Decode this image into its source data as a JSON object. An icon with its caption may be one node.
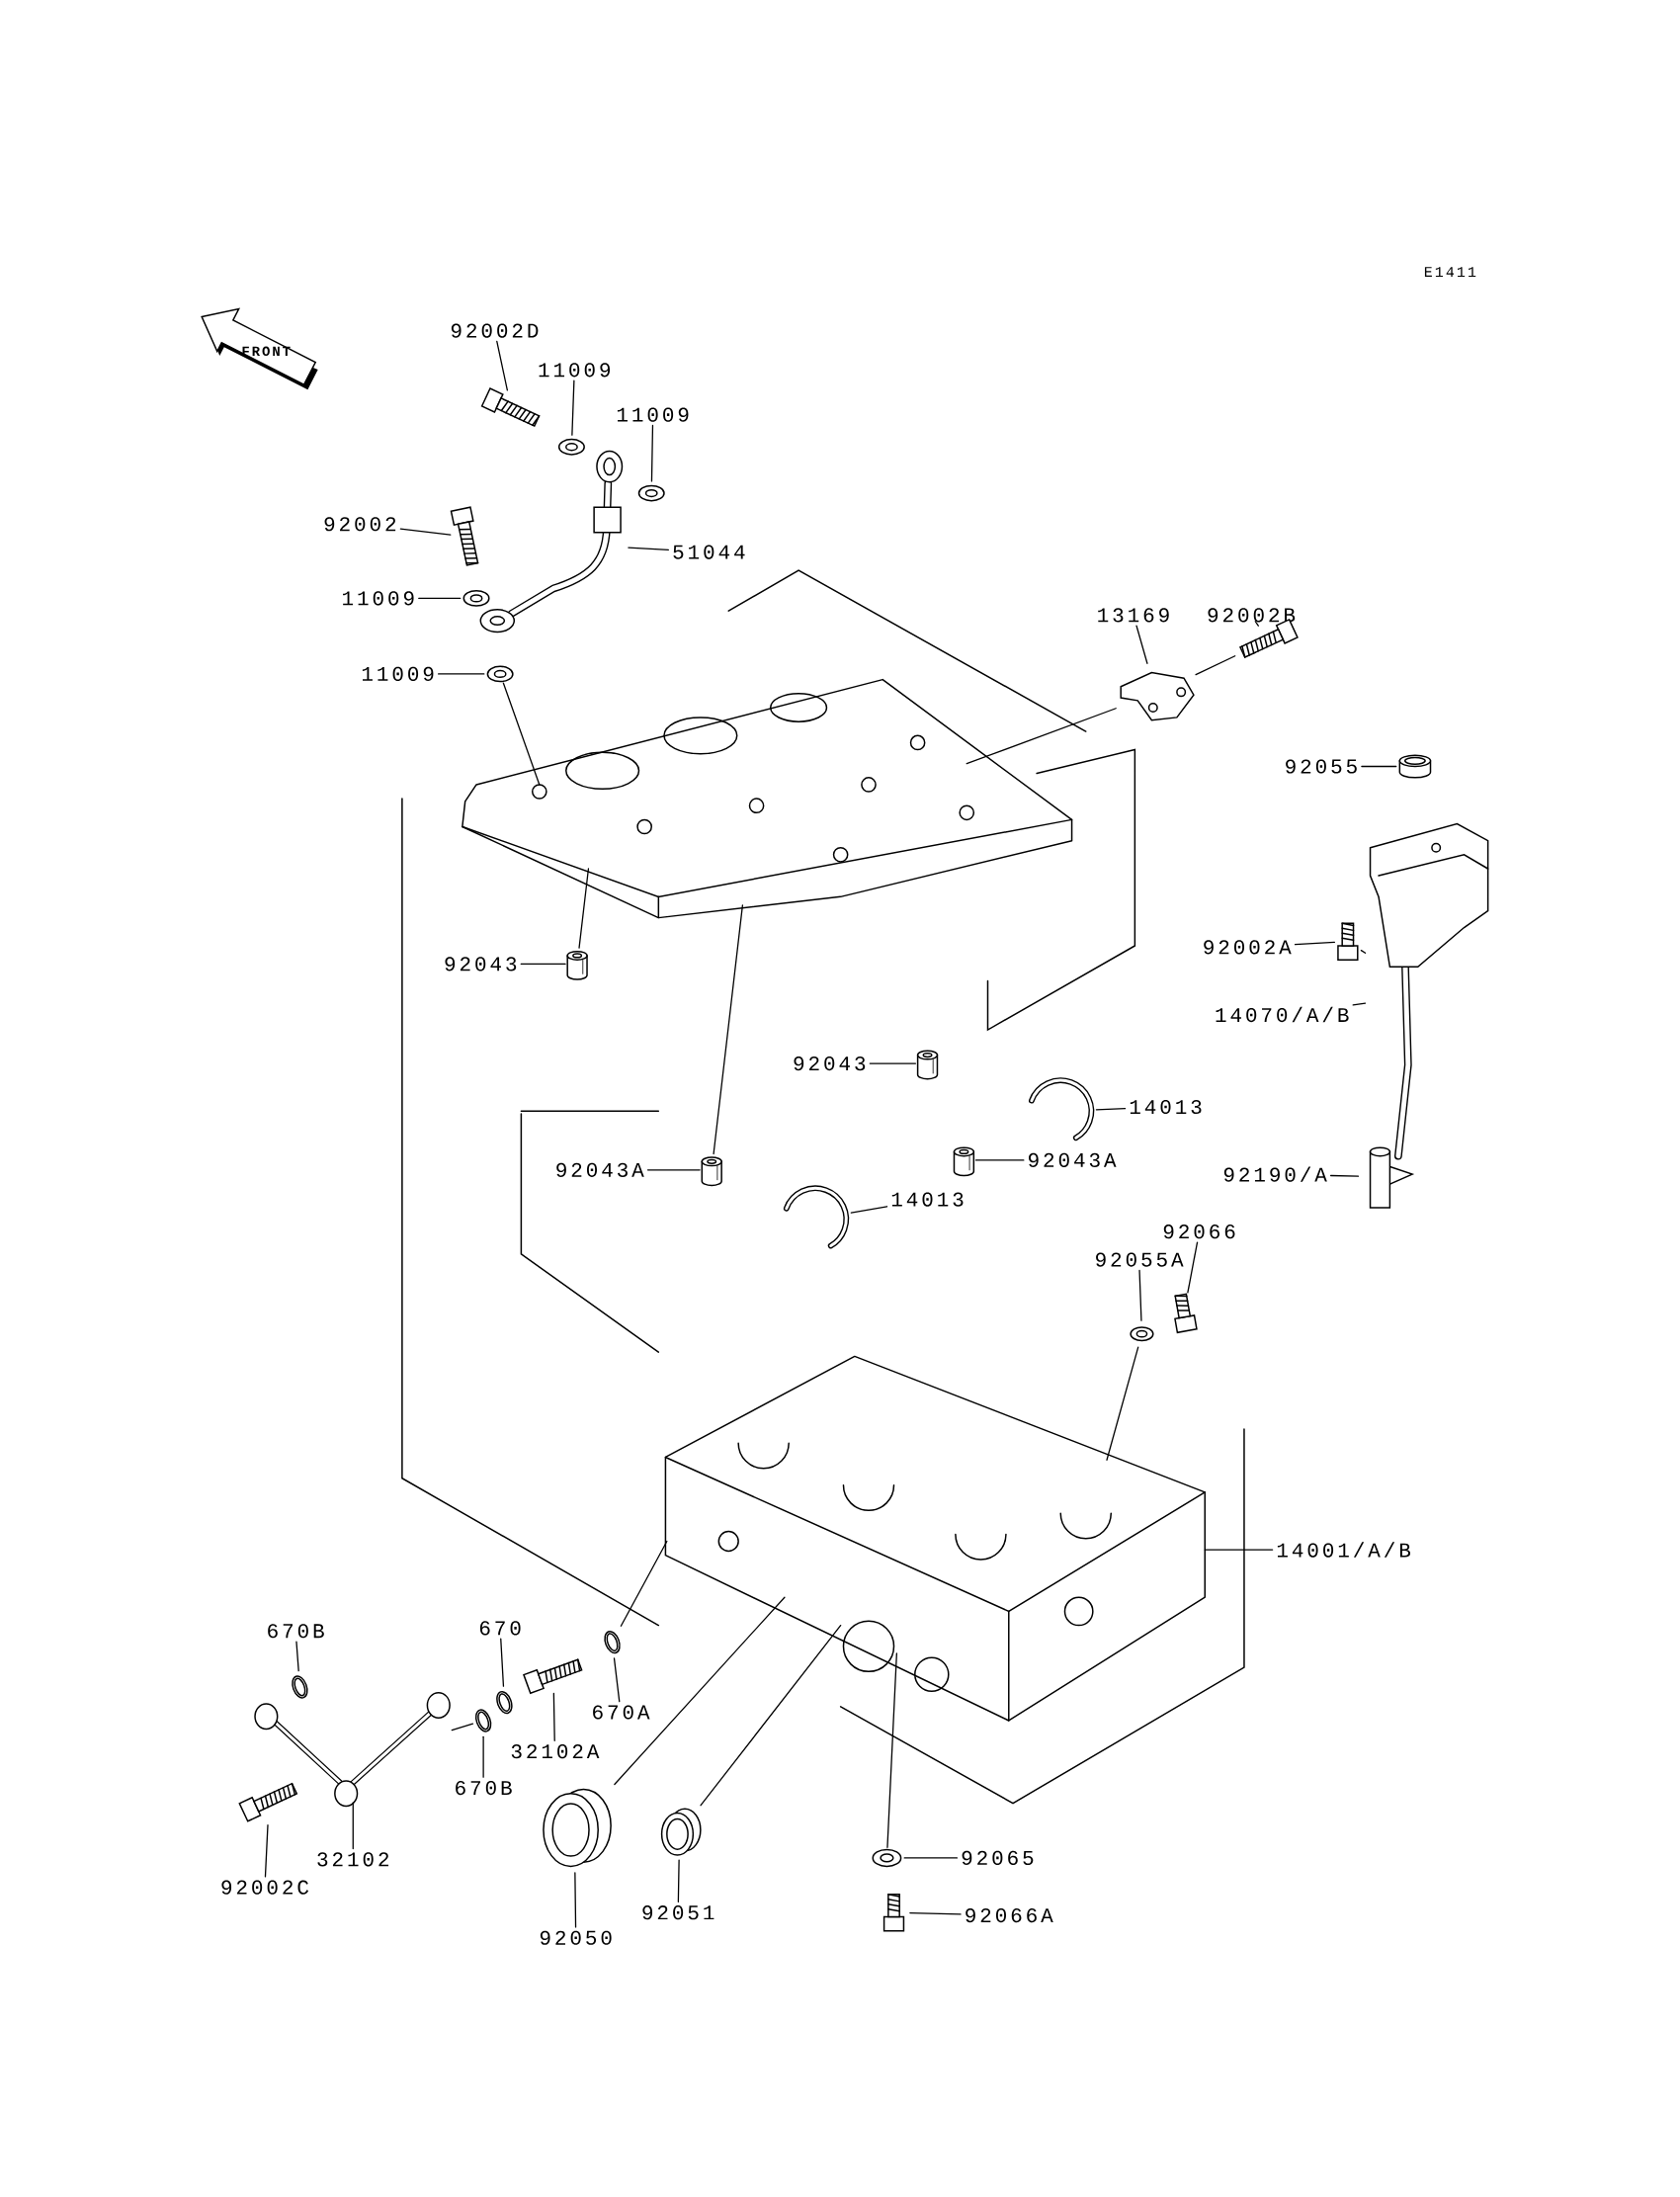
{
  "diagram": {
    "nodes": [
      {
        "text": [
          "92002D"
        ]
      },
      {
        "text": [],
        "shape": "picture"
      },
      {
        "text": [
          "11009"
        ]
      },
      {
        "text": [],
        "shape": "picture"
      },
      {
        "text": [
          "11009"
        ]
      },
      {
        "text": [],
        "shape": "picture"
      },
      {
        "text": [
          "92002"
        ]
      },
      {
        "text": [],
        "shape": "picture"
      },
      {
        "text": [
          "51044"
        ]
      },
      {
        "text": [],
        "shape": "picture"
      },
      {
        "text": [
          "11009"
        ]
      },
      {
        "text": [],
        "shape": "picture"
      },
      {
        "text": [
          "11009"
        ]
      },
      {
        "text": [],
        "shape": "picture"
      },
      {
        "text": [
          "13169"
        ]
      },
      {
        "text": [],
        "shape": "picture"
      },
      {
        "text": [
          "92002B"
        ]
      },
      {
        "text": [],
        "shape": "picture"
      },
      {
        "text": [
          "92055"
        ]
      },
      {
        "text": [],
        "shape": "cylinder"
      },
      {
        "text": [
          "92043"
        ]
      },
      {
        "text": [],
        "shape": "picture"
      },
      {
        "text": [
          "92002A"
        ]
      },
      {
        "text": [],
        "shape": "picture"
      },
      {
        "text": [
          "14070/A/B"
        ]
      },
      {
        "text": [],
        "shape": "picture"
      },
      {
        "text": [
          "92043"
        ]
      },
      {
        "text": [],
        "shape": "picture"
      },
      {
        "text": [
          "14013"
        ]
      },
      {
        "text": [],
        "shape": "picture"
      },
      {
        "text": [
          "92043A"
        ]
      },
      {
        "text": [],
        "shape": "picture"
      },
      {
        "text": [
          "92043A"
        ]
      },
      {
        "text": [],
        "shape": "picture"
      },
      {
        "text": [
          "14013"
        ]
      },
      {
        "text": [],
        "shape": "picture"
      },
      {
        "text": [
          "92190/A"
        ]
      },
      {
        "text": [],
        "shape": "picture"
      },
      {
        "text": [
          "92066"
        ]
      },
      {
        "text": [],
        "shape": "picture"
      },
      {
        "text": [
          "92055A"
        ]
      },
      {
        "text": [],
        "shape": "picture"
      },
      {
        "text": [],
        "shape": "picture"
      },
      {
        "text": [],
        "shape": "picture"
      },
      {
        "text": [
          "14001/A/B"
        ]
      },
      {
        "text": [
          "670B"
        ]
      },
      {
        "text": [],
        "shape": "picture"
      },
      {
        "text": [
          "670"
        ]
      },
      {
        "text": [],
        "shape": "picture"
      },
      {
        "text": [
          "670A"
        ]
      },
      {
        "text": [],
        "shape": "picture"
      },
      {
        "text": [
          "32102A"
        ]
      },
      {
        "text": [],
        "shape": "picture"
      },
      {
        "text": [
          "670B"
        ]
      },
      {
        "text": [],
        "shape": "picture"
      },
      {
        "text": [
          "32102"
        ]
      },
      {
        "text": [],
        "shape": "picture"
      },
      {
        "text": [
          "92002C"
        ]
      },
      {
        "text": [],
        "shape": "picture"
      },
      {
        "text": [
          "92050"
        ]
      },
      {
        "text": [],
        "shape": "picture"
      },
      {
        "text": [
          "92051"
        ]
      },
      {
        "text": [],
        "shape": "picture"
      },
      {
        "text": [
          "92065"
        ]
      },
      {
        "text": [],
        "shape": "picture"
      },
      {
        "text": [
          "92066A"
        ]
      },
      {
        "text": [],
        "shape": "picture"
      }
    ],
    "edges": [
      {
        "from": 0,
        "to": 1,
        "arrow": "none"
      },
      {
        "from": 2,
        "to": 3,
        "arrow": "none"
      },
      {
        "from": 4,
        "to": 5,
        "arrow": "none"
      },
      {
        "from": 6,
        "to": 7,
        "arrow": "none"
      },
      {
        "from": 8,
        "to": 9,
        "arrow": "none"
      },
      {
        "from": 10,
        "to": 11,
        "arrow": "none"
      },
      {
        "from": 12,
        "to": 13,
        "arrow": "none"
      },
      {
        "from": 14,
        "to": 15,
        "arrow": "none"
      },
      {
        "from": 16,
        "to": 17,
        "arrow": "none"
      },
      {
        "from": 18,
        "to": 19,
        "arrow": "none"
      },
      {
        "from": 20,
        "to": 21,
        "arrow": "none"
      },
      {
        "from": 22,
        "to": 23,
        "arrow": "none"
      },
      {
        "from": 24,
        "to": 25,
        "arrow": "none"
      },
      {
        "from": 26,
        "to": 27,
        "arrow": "none"
      },
      {
        "from": 28,
        "to": 29,
        "arrow": "none"
      },
      {
        "from": 30,
        "to": 31,
        "arrow": "none"
      },
      {
        "from": 32,
        "to": 33,
        "arrow": "none"
      },
      {
        "from": 34,
        "to": 35,
        "arrow": "none"
      },
      {
        "from": 36,
        "to": 37,
        "arrow": "none"
      },
      {
        "from": 38,
        "to": 39,
        "arrow": "none"
      },
      {
        "from": 40,
        "to": 41,
        "arrow": "none"
      },
      {
        "from": 44,
        "to": 43,
        "arrow": "none"
      },
      {
        "from": 45,
        "to": 46,
        "arrow": "none"
      },
      {
        "from": 47,
        "to": 48,
        "arrow": "none"
      },
      {
        "from": 49,
        "to": 50,
        "arrow": "none"
      },
      {
        "from": 51,
        "to": 52,
        "arrow": "none"
      },
      {
        "from": 53,
        "to": 54,
        "arrow": "none"
      },
      {
        "from": 55,
        "to": 56,
        "arrow": "none"
      },
      {
        "from": 57,
        "to": 58,
        "arrow": "none"
      },
      {
        "from": 59,
        "to": 60,
        "arrow": "none"
      },
      {
        "from": 61,
        "to": 62,
        "arrow": "none"
      },
      {
        "from": 63,
        "to": 64,
        "arrow": "none"
      },
      {
        "from": 65,
        "to": 66,
        "arrow": "none"
      },
      {
        "from": 13,
        "to": 42,
        "arrow": "none"
      },
      {
        "from": 17,
        "to": 15,
        "arrow": "none"
      },
      {
        "from": 15,
        "to": 42,
        "arrow": "none"
      },
      {
        "from": 21,
        "to": 42,
        "arrow": "none"
      },
      {
        "from": 31,
        "to": 42,
        "arrow": "none"
      },
      {
        "from": 23,
        "to": 25,
        "arrow": "none"
      },
      {
        "from": 41,
        "to": 43,
        "arrow": "none"
      },
      {
        "from": 50,
        "to": 43,
        "arrow": "none"
      },
      {
        "from": 60,
        "to": 43,
        "arrow": "none"
      },
      {
        "from": 62,
        "to": 43,
        "arrow": "none"
      },
      {
        "from": 64,
        "to": 43,
        "arrow": "none"
      },
      {
        "from": 54,
        "to": 56,
        "arrow": "none"
      }
    ],
    "labels": [
      "E1411",
      "FRONT"
    ]
  }
}
